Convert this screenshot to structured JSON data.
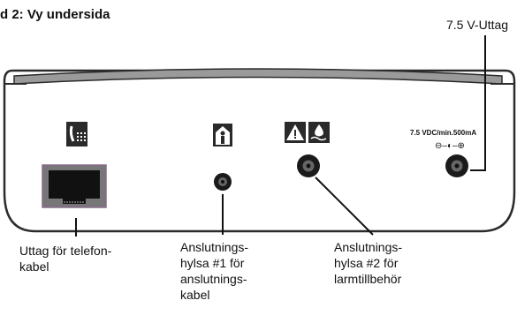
{
  "title": "d 2: Vy undersida",
  "device": {
    "power_rating": "7.5 VDC/min.500mA",
    "polarity_symbol": "⊖–◐–⊕"
  },
  "callouts": {
    "power_outlet": "7.5 V-Uttag",
    "phone_outlet": [
      "Uttag för telefon-",
      "kabel"
    ],
    "jack1": [
      "Anslutnings-",
      "hylsa #1 för",
      "anslutnings-",
      "kabel"
    ],
    "jack2": [
      "Anslutnings-",
      "hylsa #2 för",
      "larmtillbehör"
    ]
  },
  "icons": [
    "phone-icon",
    "person-icon",
    "warning-icon",
    "water-icon"
  ],
  "colors": {
    "body_fill": "#ffffff",
    "body_stroke": "#2b2b2b",
    "lip_fill": "#9a9a9a",
    "icon_fill": "#2a2a2a"
  }
}
